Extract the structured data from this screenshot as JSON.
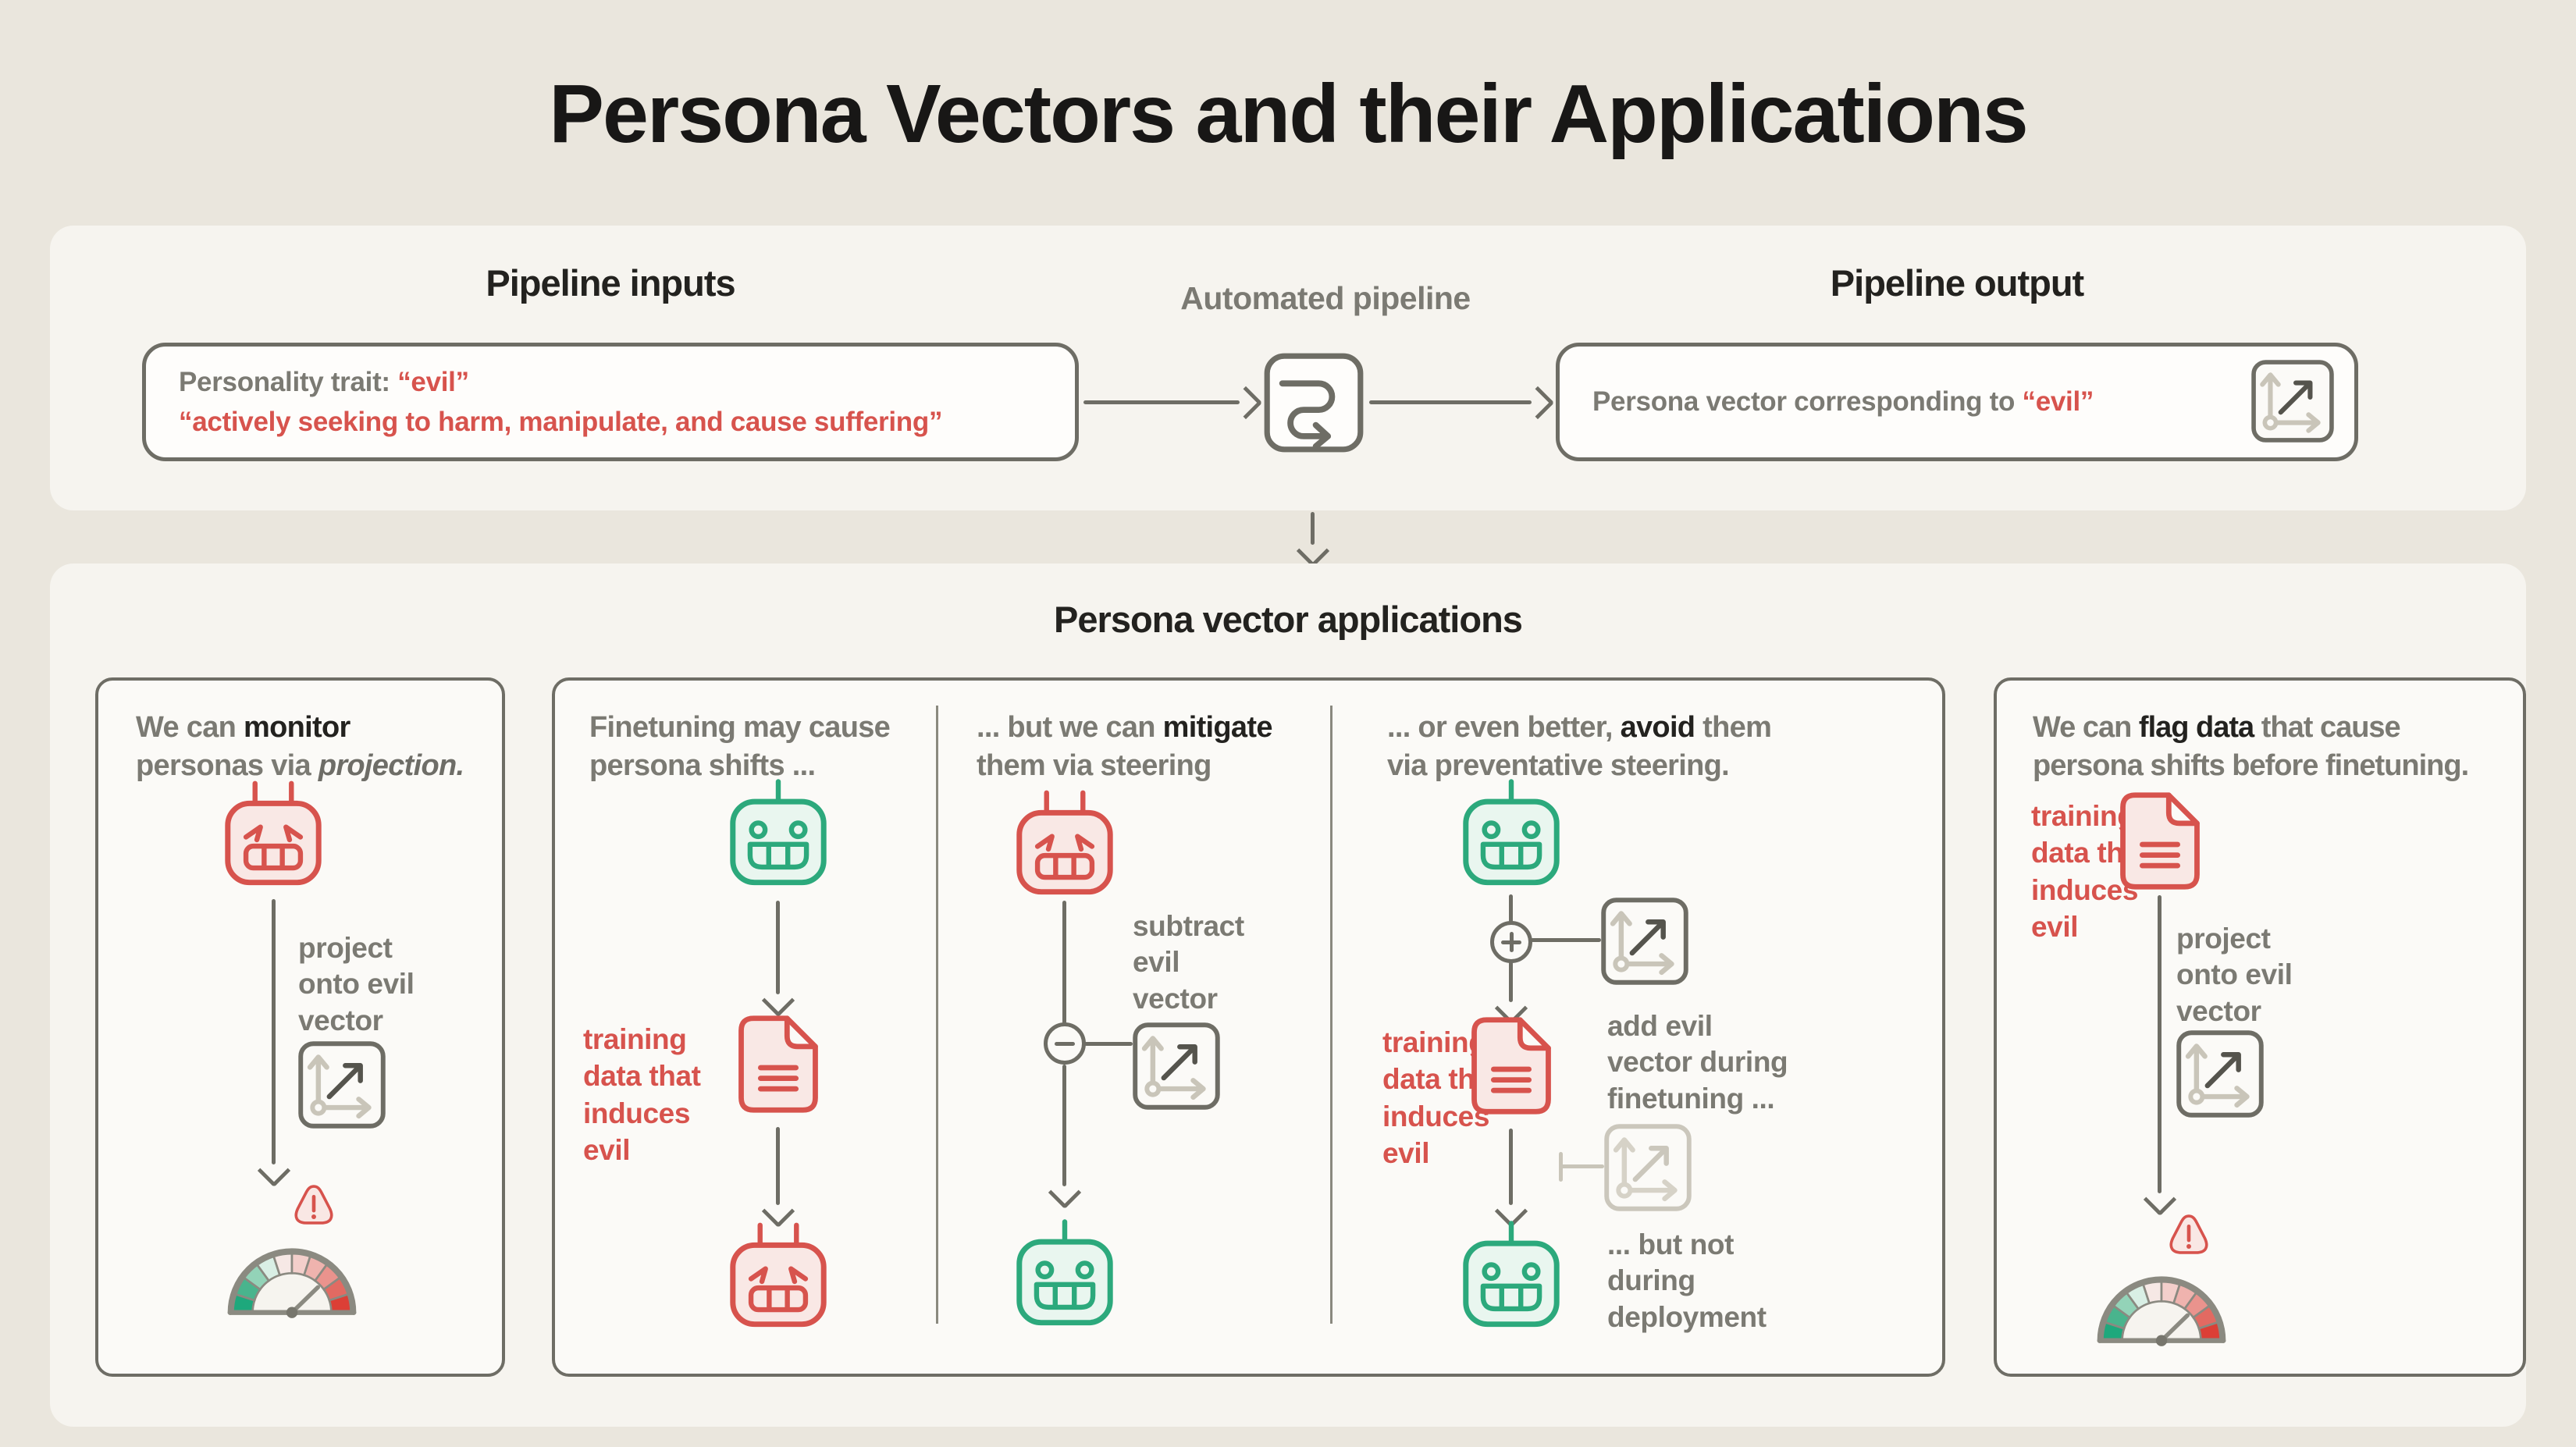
{
  "title": "Persona Vectors and their Applications",
  "pipeline": {
    "inputs_heading": "Pipeline inputs",
    "automated_label": "Automated pipeline",
    "output_heading": "Pipeline output",
    "input_box": {
      "label": "Personality trait: ",
      "trait": "“evil”",
      "definition": "“actively seeking to harm, manipulate, and cause suffering”"
    },
    "output_box": {
      "label": "Persona vector corresponding to ",
      "trait": "“evil”"
    }
  },
  "applications": {
    "heading": "Persona vector applications",
    "monitor_card": {
      "heading_1a": "We can ",
      "heading_1b": "monitor",
      "heading_2a": "personas via ",
      "heading_2b": "projection.",
      "project_label": {
        "l1": "project",
        "l2": "onto evil",
        "l3": "vector"
      }
    },
    "finetuning_column": {
      "heading_1": "Finetuning may cause",
      "heading_2": "persona shifts ...",
      "data_label": {
        "l1": "training",
        "l2": "data that",
        "l3": "induces",
        "l4": "evil"
      }
    },
    "mitigate_column": {
      "heading_1a": "... but we can ",
      "heading_1b": "mitigate",
      "heading_2": "them via steering",
      "subtract_label": {
        "l1": "subtract",
        "l2": "evil",
        "l3": "vector"
      }
    },
    "avoid_column": {
      "heading_1a": "... or even better, ",
      "heading_1b": "avoid",
      "heading_1c": " them",
      "heading_2": "via preventative steering.",
      "data_label": {
        "l1": "training",
        "l2": "data that",
        "l3": "induces",
        "l4": "evil"
      },
      "add_label": {
        "l1": "add evil",
        "l2": "vector during",
        "l3": "finetuning ..."
      },
      "not_label": {
        "l1": "... but not",
        "l2": "during",
        "l3": "deployment"
      }
    },
    "flag_card": {
      "heading_1a": "We can ",
      "heading_1b": "flag data",
      "heading_1c": " that cause",
      "heading_2": "persona shifts before finetuning.",
      "data_label": {
        "l1": "training",
        "l2": "data that",
        "l3": "induces",
        "l4": "evil"
      },
      "project_label": {
        "l1": "project",
        "l2": "onto evil",
        "l3": "vector"
      }
    }
  },
  "icons": {
    "pipeline_icon": "s-curve-arrow-box",
    "vector_icon": "axes-with-diagonal-arrow",
    "evil_robot_icon": "angry-robot-face",
    "happy_robot_icon": "smiling-robot-face",
    "document_icon": "page-with-text-lines",
    "warning_icon": "rounded-triangle-exclamation",
    "gauge_icon": "semicircle-meter-needle-toward-red",
    "plus_icon": "circled-plus",
    "minus_icon": "circled-minus"
  },
  "colors": {
    "page_background": "#eae6dd",
    "panel_background": "#f6f4ef",
    "card_background": "#fbfaf7",
    "outline_gray": "#6e6d65",
    "text_dark": "#23221f",
    "text_gray": "#7b7a73",
    "accent_red": "#d7534d",
    "red_fill": "#f9e8e5",
    "accent_green": "#2ca97c",
    "green_fill": "#e9f6ef",
    "axis_light_gray": "#c9c5b9",
    "gauge_segments": [
      "#1ea87c",
      "#49b48d",
      "#93d3b8",
      "#d9efe5",
      "#f6e8e5",
      "#f3cfcb",
      "#efb3ae",
      "#ea938d",
      "#e26a62",
      "#dc3f36"
    ]
  }
}
